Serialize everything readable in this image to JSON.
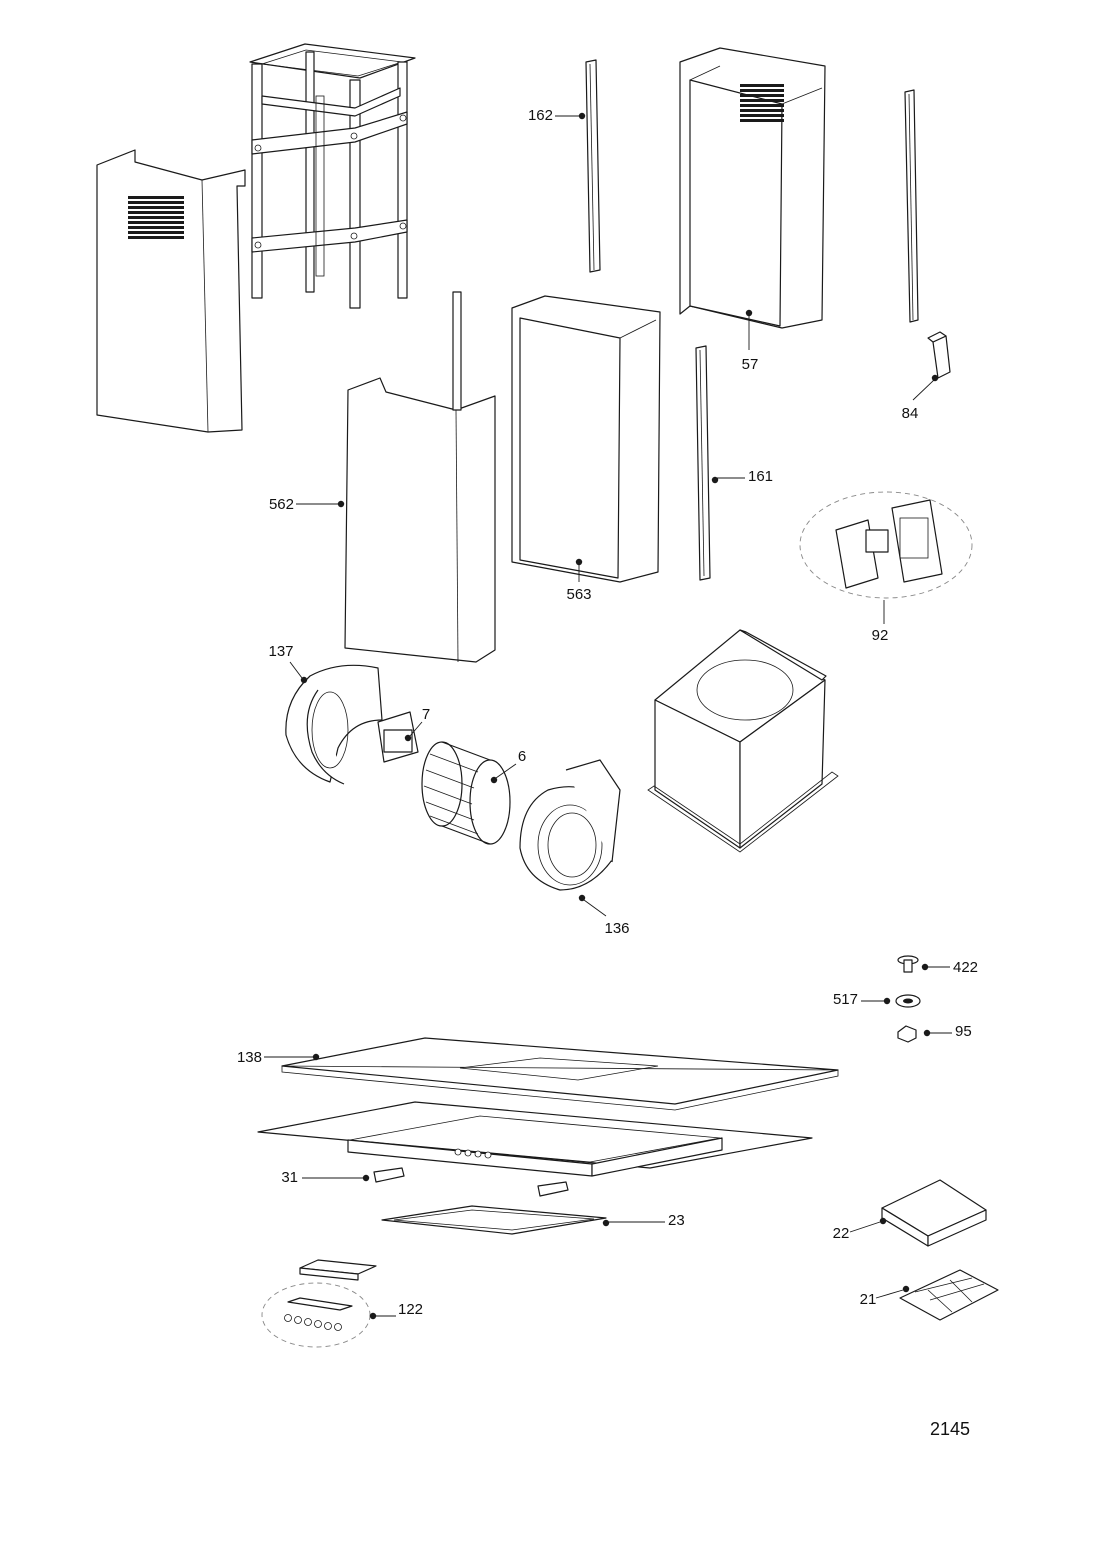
{
  "diagram_number": "2145",
  "callouts": [
    {
      "id": "162",
      "label": "162"
    },
    {
      "id": "57",
      "label": "57"
    },
    {
      "id": "84",
      "label": "84"
    },
    {
      "id": "161",
      "label": "161"
    },
    {
      "id": "562",
      "label": "562"
    },
    {
      "id": "563",
      "label": "563"
    },
    {
      "id": "92",
      "label": "92"
    },
    {
      "id": "137",
      "label": "137"
    },
    {
      "id": "7",
      "label": "7"
    },
    {
      "id": "6",
      "label": "6"
    },
    {
      "id": "136",
      "label": "136"
    },
    {
      "id": "422",
      "label": "422"
    },
    {
      "id": "517",
      "label": "517"
    },
    {
      "id": "95",
      "label": "95"
    },
    {
      "id": "138",
      "label": "138"
    },
    {
      "id": "31",
      "label": "31"
    },
    {
      "id": "23",
      "label": "23"
    },
    {
      "id": "22",
      "label": "22"
    },
    {
      "id": "21",
      "label": "21"
    },
    {
      "id": "122",
      "label": "122"
    }
  ]
}
